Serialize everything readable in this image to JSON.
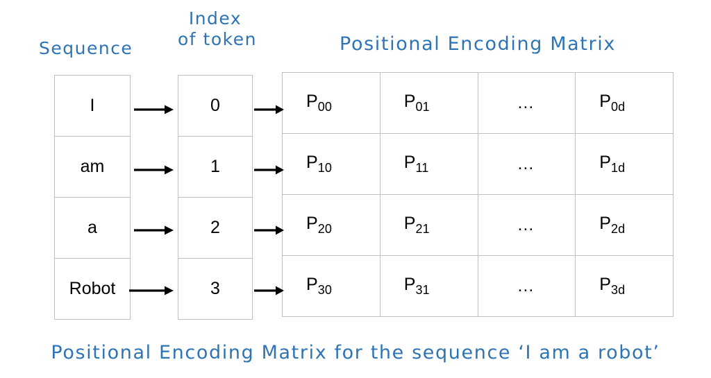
{
  "headings": {
    "sequence": "Sequence",
    "index_line1": "Index",
    "index_line2": "of token",
    "matrix": "Positional Encoding Matrix"
  },
  "caption": "Positional Encoding Matrix for the sequence ‘I am a robot’",
  "colors": {
    "accent_blue": "#2E74B5",
    "grid_line": "#BFBFBF",
    "text_black": "#000000",
    "background": "#FFFFFF"
  },
  "sequence_table": {
    "rows": [
      {
        "token": "I"
      },
      {
        "token": "am"
      },
      {
        "token": "a"
      },
      {
        "token": "Robot"
      }
    ]
  },
  "index_table": {
    "rows": [
      {
        "index": "0"
      },
      {
        "index": "1"
      },
      {
        "index": "2"
      },
      {
        "index": "3"
      }
    ]
  },
  "matrix_table": {
    "rows": [
      [
        {
          "base": "P",
          "sub": "00"
        },
        {
          "base": "P",
          "sub": "01"
        },
        {
          "base": "…",
          "sub": ""
        },
        {
          "base": "P",
          "sub": "0d"
        }
      ],
      [
        {
          "base": "P",
          "sub": "10"
        },
        {
          "base": "P",
          "sub": "11"
        },
        {
          "base": "…",
          "sub": ""
        },
        {
          "base": "P",
          "sub": "1d"
        }
      ],
      [
        {
          "base": "P",
          "sub": "20"
        },
        {
          "base": "P",
          "sub": "21"
        },
        {
          "base": "…",
          "sub": ""
        },
        {
          "base": "P",
          "sub": "2d"
        }
      ],
      [
        {
          "base": "P",
          "sub": "30"
        },
        {
          "base": "P",
          "sub": "31"
        },
        {
          "base": "…",
          "sub": ""
        },
        {
          "base": "P",
          "sub": "3d"
        }
      ]
    ]
  },
  "arrows": {
    "icon_name": "right-arrow-icon",
    "sequence_to_index_count": 4,
    "index_to_matrix_count": 4
  }
}
